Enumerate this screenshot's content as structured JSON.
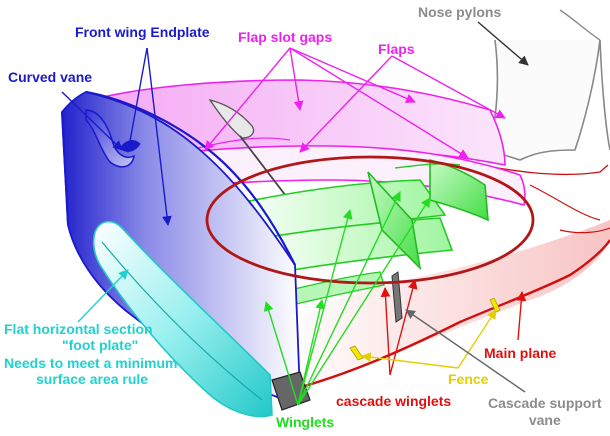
{
  "labels": {
    "nose_pylons": "Nose pylons",
    "front_wing_endplate": "Front wing Endplate",
    "flap_slot_gaps": "Flap slot gaps",
    "flaps": "Flaps",
    "curved_vane": "Curved vane",
    "flat_section_line1": "Flat horizontal section",
    "flat_section_line2": "\"foot plate\"",
    "surface_rule_line1": "Needs to meet a minimum",
    "surface_rule_line2": "surface area rule",
    "main_plane": "Main plane",
    "fence": "Fence",
    "cascade_winglets": "cascade winglets",
    "cascade_support_line1": "Cascade support",
    "cascade_support_line2": "vane",
    "winglets": "Winglets"
  },
  "colors": {
    "nose_pylons": "#8c8c8c",
    "front_wing_endplate": "#1a1acc",
    "flap_slot_gaps": "#ee22ee",
    "flaps": "#ee22ee",
    "curved_vane": "#1a1acc",
    "flat_section": "#22d0d0",
    "main_plane": "#e01010",
    "fence": "#e0d000",
    "cascade_winglets": "#e01010",
    "cascade_support": "#8c8c8c",
    "winglets": "#22dd22",
    "highlight_ellipse": "#b01818"
  }
}
